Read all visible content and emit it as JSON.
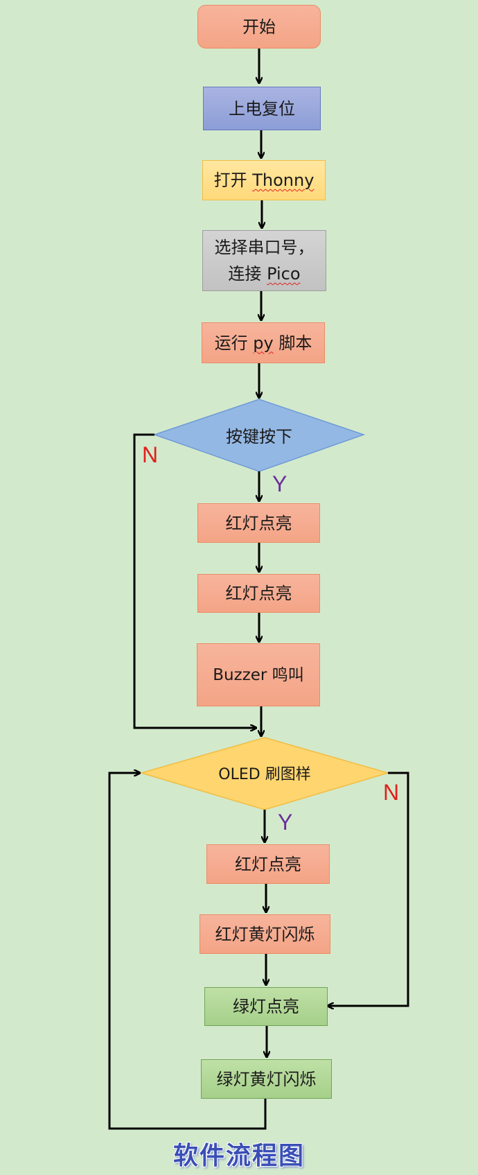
{
  "colors": {
    "background": "#d3e9cc",
    "orange_box": "#f5a98c",
    "blue_box": "#97a8dd",
    "yellow_box": "#ffdc84",
    "gray_box": "#c8c8c8",
    "green_box": "#aad490",
    "diamond_blue": "#8fb7e6",
    "diamond_yellow": "#ffd36e",
    "n_label": "#e0201c",
    "y_label": "#6a2e9a",
    "title": "#3a4fb5"
  },
  "nodes": {
    "start": "开始",
    "power_reset": "上电复位",
    "open_thonny_prefix": "打开 ",
    "open_thonny_app": "Thonny",
    "select_port_line1": "选择串口号，",
    "select_port_line2_prefix": "连接 ",
    "select_port_line2_device": "Pico",
    "run_script_prefix": "运行 ",
    "run_script_py": "py",
    "run_script_suffix": " 脚本",
    "key_pressed": "按键按下",
    "red_light_on_1": "红灯点亮",
    "red_light_on_2": "红灯点亮",
    "buzzer": "Buzzer 鸣叫",
    "oled_refresh": "OLED 刷图样",
    "red_light_on_3": "红灯点亮",
    "red_yellow_blink": "红灯黄灯闪烁",
    "green_light_on": "绿灯点亮",
    "green_yellow_blink": "绿灯黄灯闪烁"
  },
  "branch_labels": {
    "key_no": "N",
    "key_yes": "Y",
    "oled_no": "N",
    "oled_yes": "Y"
  },
  "title": "软件流程图"
}
